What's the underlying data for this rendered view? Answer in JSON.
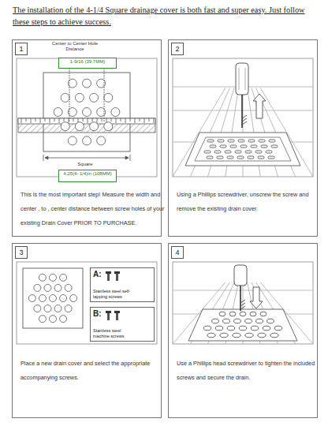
{
  "diagram": {
    "title": "The installation of the 4-1/4 Square drainage cover is both fast and super easy. Just follow these steps to achieve success.",
    "nodes": [
      {
        "text": [
          "This is the most important step! Measure the width and center , to , center distance between screw holes of your existing Drain Cover PRIOR TO PURCHASE."
        ]
      },
      {
        "text": [
          "1"
        ],
        "in": 0
      },
      {
        "text": [
          "1-9/16 (39.7MM)"
        ],
        "in": 0
      },
      {
        "text": [
          "4.25(4- 1/4)in (108MM)"
        ],
        "in": 0
      },
      {
        "text": [
          "Using a Phillips screwdriver, unscrew the screw and remove the existing drain cover."
        ]
      },
      {
        "text": [
          "2"
        ],
        "in": 4
      },
      {
        "text": [
          "Place a new drain cover and select the appropriate accompanying screws."
        ]
      },
      {
        "text": [
          "3"
        ],
        "in": 6
      },
      {
        "text": [
          "A:",
          "Stainless steel self-tapping screws"
        ],
        "in": 6
      },
      {
        "text": [
          "B:",
          "Stainless steel machine screws"
        ],
        "in": 6
      },
      {
        "text": [
          "Use a Phillips head screwdriver to tighten the included screws and secure the drain."
        ]
      },
      {
        "text": [
          "4"
        ],
        "in": 10
      }
    ],
    "edges": [],
    "labels": [
      "Center to Center Hole Distance",
      "Square"
    ]
  }
}
